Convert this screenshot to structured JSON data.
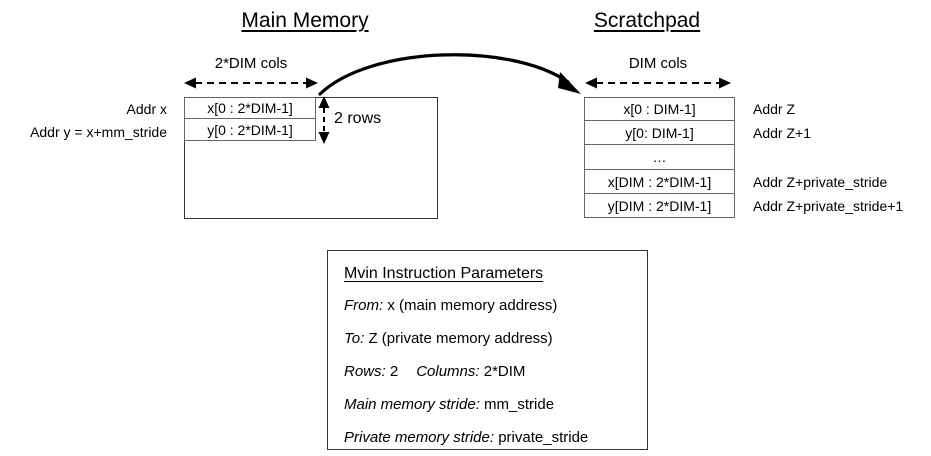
{
  "diagram": {
    "title_main_memory": "Main Memory",
    "title_scratchpad": "Scratchpad"
  },
  "main_memory": {
    "cols_caption": "2*DIM cols",
    "rows_caption": "2 rows",
    "addr_labels": [
      "Addr x",
      "Addr y = x+mm_stride"
    ],
    "rows": [
      "x[0 : 2*DIM-1]",
      "y[0 : 2*DIM-1]"
    ]
  },
  "scratchpad": {
    "cols_caption": "DIM cols",
    "rows": [
      "x[0 : DIM-1]",
      "y[0: DIM-1]",
      "…",
      "x[DIM : 2*DIM-1]",
      "y[DIM : 2*DIM-1]"
    ],
    "addr_labels": [
      "Addr Z",
      "Addr Z+1",
      "",
      "Addr Z+private_stride",
      "Addr Z+private_stride+1"
    ]
  },
  "transfer_arrow": {
    "name": "mvin-transfer-arrow"
  },
  "params": {
    "title": "Mvin Instruction Parameters",
    "lines": [
      {
        "label": "From:",
        "value": " x (main memory address)"
      },
      {
        "label": "To:",
        "value": " Z (private memory address)"
      },
      {
        "label": "Rows:",
        "value": " 2",
        "label2": "Columns:",
        "value2": " 2*DIM"
      },
      {
        "label": "Main memory stride:",
        "value": " mm_stride"
      },
      {
        "label": "Private memory stride:",
        "value": " private_stride"
      }
    ]
  },
  "colors": {
    "ink": "#000000",
    "outer_border": "#333333",
    "cell_border": "#666666",
    "background": "#ffffff"
  }
}
